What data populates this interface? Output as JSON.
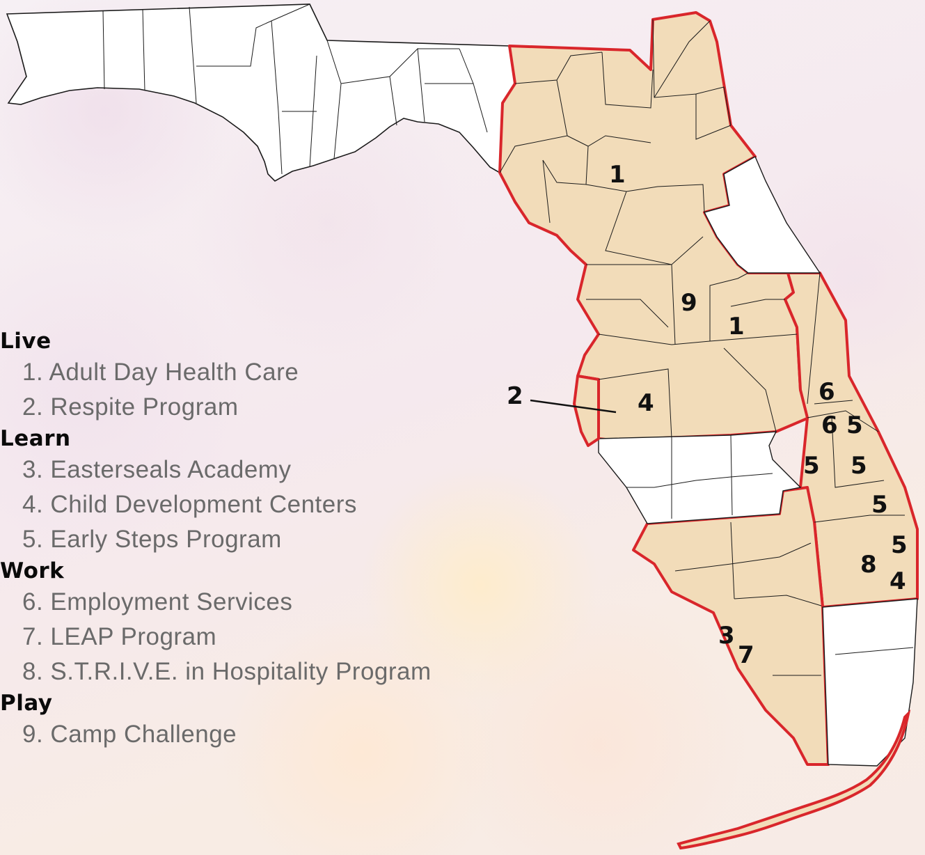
{
  "legend": {
    "live": {
      "label": "Live",
      "items": [
        "1. Adult Day Health Care",
        "2. Respite Program"
      ]
    },
    "learn": {
      "label": "Learn",
      "items": [
        "3. Easterseals Academy",
        "4. Child Development Centers",
        "5. Early Steps Program"
      ]
    },
    "work": {
      "label": "Work",
      "items": [
        "6. Employment Services",
        "7. LEAP Program",
        "8. S.T.R.I.V.E. in Hospitality Program"
      ]
    },
    "play": {
      "label": "Play",
      "items": [
        "9. Camp Challenge"
      ]
    }
  },
  "map_labels": {
    "north_1": "1",
    "central_9": "9",
    "central_1": "1",
    "tampa_2": "2",
    "central_4": "4",
    "east_6a": "6",
    "east_6b": "6",
    "east_5a": "5",
    "east_5b": "5",
    "east_5c": "5",
    "east_5d": "5",
    "east_5e": "5",
    "southeast_8": "8",
    "southeast_4": "4",
    "southwest_3": "3",
    "southwest_7": "7"
  },
  "colors": {
    "region_fill": "#f2dcb9",
    "region_border": "#d9262b",
    "county_line": "#1a1a1a",
    "land_fill": "#ffffff"
  }
}
